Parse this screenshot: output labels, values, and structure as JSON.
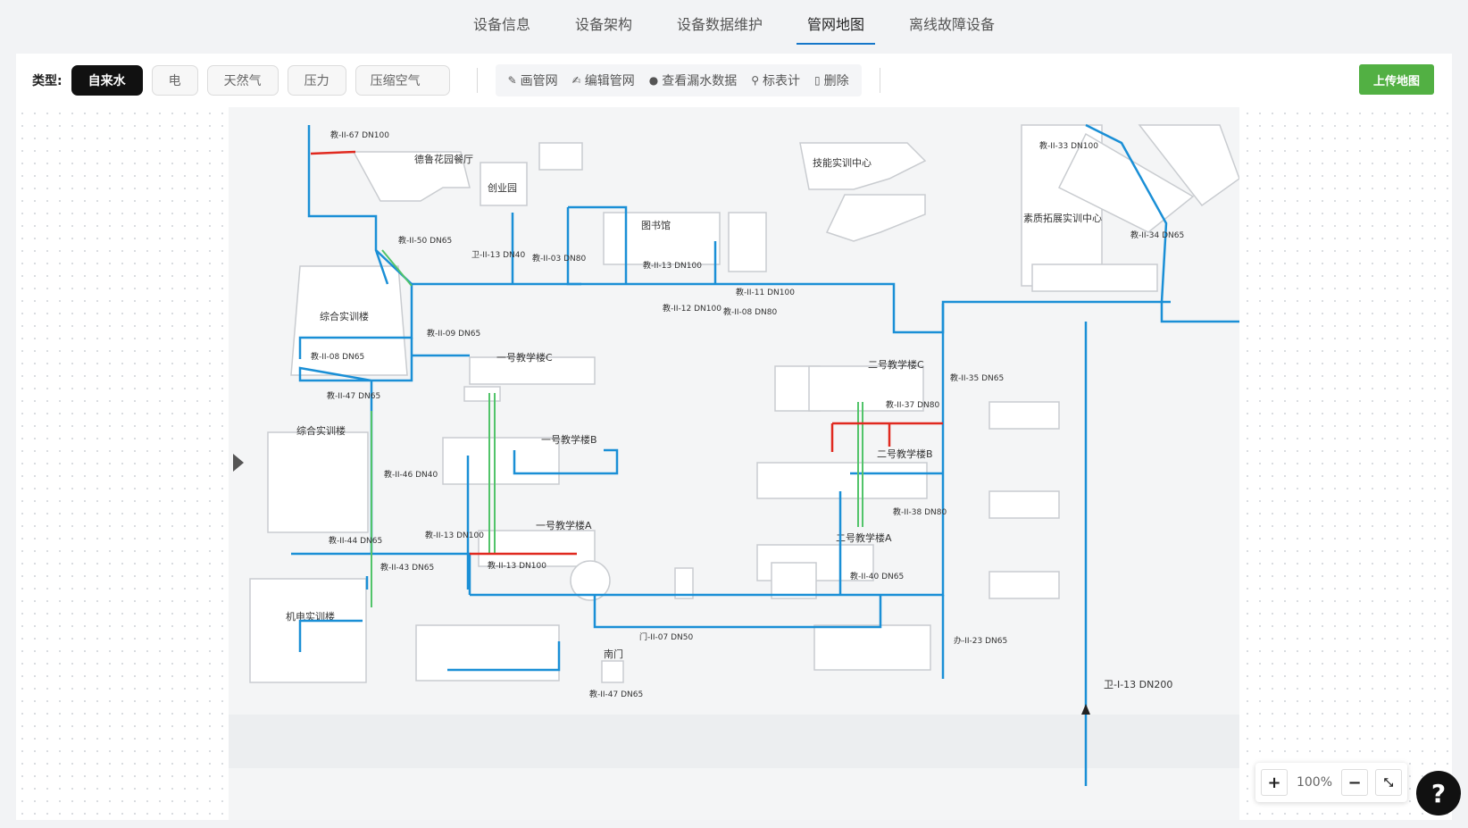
{
  "nav": {
    "tabs": [
      {
        "label": "设备信息"
      },
      {
        "label": "设备架构"
      },
      {
        "label": "设备数据维护"
      },
      {
        "label": "管网地图"
      },
      {
        "label": "离线故障设备"
      }
    ],
    "active": "管网地图"
  },
  "toolbar": {
    "type_label": "类型:",
    "types": [
      "自来水",
      "电",
      "天然气",
      "压力",
      "压缩空气"
    ],
    "active_type": "自来水",
    "tools": [
      {
        "label": "画管网",
        "icon": "pencil-icon"
      },
      {
        "label": "编辑管网",
        "icon": "edit-icon"
      },
      {
        "label": "查看漏水数据",
        "icon": "drop-icon"
      },
      {
        "label": "标表计",
        "icon": "pin-icon"
      },
      {
        "label": "删除",
        "icon": "trash-icon"
      }
    ],
    "upload_label": "上传地图"
  },
  "map": {
    "buildings": [
      "德鲁花园餐厅",
      "创业园",
      "图书馆",
      "技能实训中心",
      "素质拓展实训中心",
      "综合实训楼",
      "一号教学楼C",
      "一号教学楼B",
      "一号教学楼A",
      "二号教学楼C",
      "二号教学楼B",
      "二号教学楼A",
      "综合实训楼",
      "机电实训楼",
      "南门"
    ],
    "pipe_labels": [
      "教-II-67 DN100",
      "教-II-50 DN65",
      "卫-II-13 DN40",
      "教-II-03 DN80",
      "教-II-13 DN100",
      "教-II-12 DN100",
      "教-II-11 DN100",
      "教-II-08 DN80",
      "教-II-09 DN65",
      "教-II-08 DN65",
      "教-II-47 DN65",
      "教-II-46 DN40",
      "教-II-44 DN65",
      "教-II-43 DN65",
      "教-II-13 DN100",
      "教-II-13 DN100",
      "教-II-33 DN100",
      "教-II-34 DN65",
      "教-II-35 DN65",
      "教-II-37 DN80",
      "教-II-38 DN80",
      "教-II-40 DN65",
      "门-II-07 DN50",
      "教-II-47 DN65",
      "办-II-23 DN65",
      "卫-I-13 DN200"
    ]
  },
  "zoom": {
    "level": "100%",
    "plus": "+",
    "minus": "−"
  },
  "help": {
    "label": "?"
  },
  "colors": {
    "accent": "#1677c9",
    "upload": "#52b043",
    "pipe_blue": "#1a8fd6",
    "pipe_green": "#52c46a",
    "pipe_red": "#e0291f"
  }
}
